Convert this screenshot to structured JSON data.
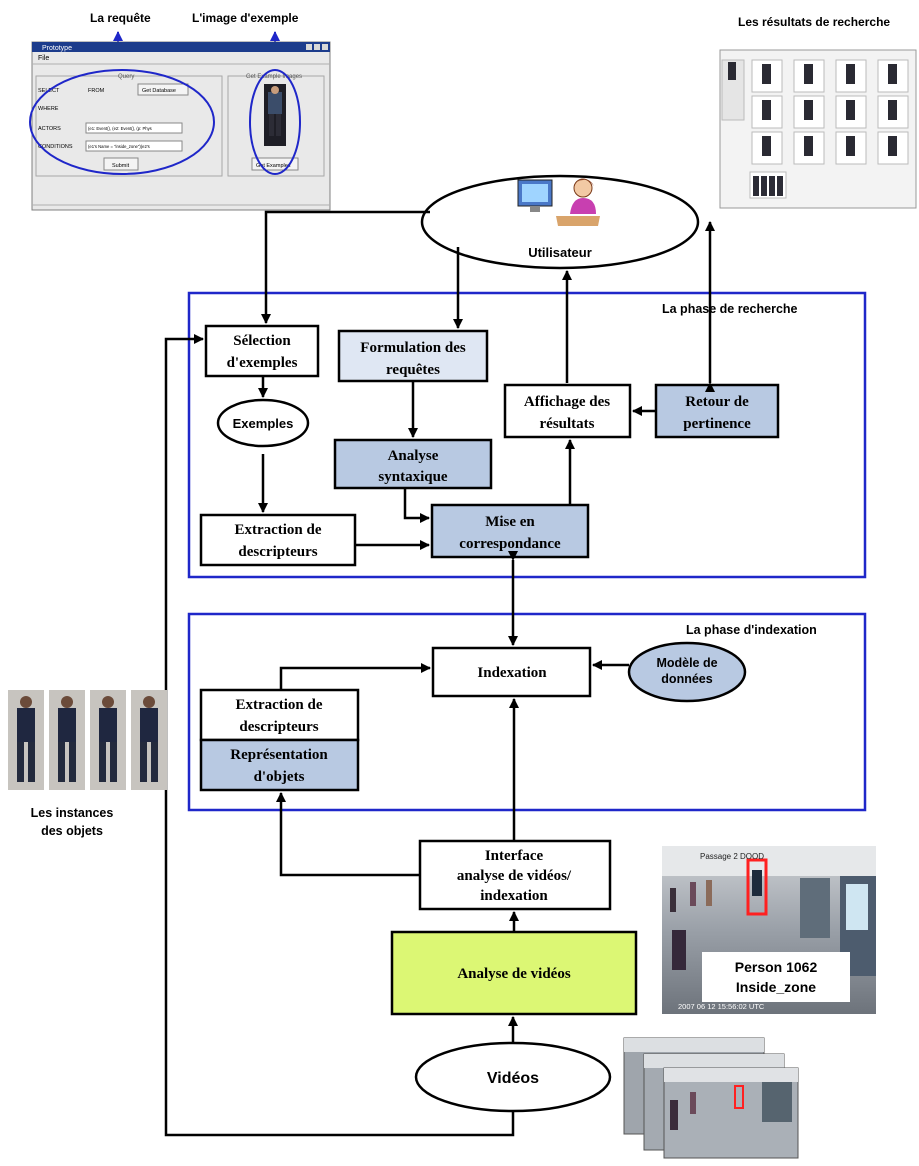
{
  "captions": {
    "query": "La requête",
    "example_image": "L'image d'exemple",
    "search_results": "Les résultats de recherche",
    "object_instances_line1": "Les instances",
    "object_instances_line2": "des objets"
  },
  "prototype_window": {
    "title": "Prototype",
    "menu_file": "File",
    "query_group": "Query",
    "examples_group": "Get Example Images",
    "select_label": "SELECT",
    "from_label": "FROM",
    "get_database_button": "Get Database",
    "where_label": "WHERE",
    "actors_label": "ACTORS",
    "actors_value": "(e1: Event(), (e2: Event(), (p: Phys",
    "conditions_label": "CONDITIONS",
    "conditions_value": "(e1's Name = \"inside_zone\")(e2's",
    "submit_button": "Submit",
    "get_examples_button": "Get Examples"
  },
  "phases": {
    "search": "La phase de recherche",
    "indexing": "La phase d'indexation"
  },
  "nodes": {
    "user": "Utilisateur",
    "selection_line1": "Sélection",
    "selection_line2": "d'exemples",
    "formulation_line1": "Formulation des",
    "formulation_line2": "requêtes",
    "exemples": "Exemples",
    "analyse_line1": "Analyse",
    "analyse_line2": "syntaxique",
    "affichage_line1": "Affichage des",
    "affichage_line2": "résultats",
    "retour_line1": "Retour de",
    "retour_line2": "pertinence",
    "extraction_search_line1": "Extraction de",
    "extraction_search_line2": "descripteurs",
    "mise_line1": "Mise en",
    "mise_line2": "correspondance",
    "indexation": "Indexation",
    "modele_line1": "Modèle de",
    "modele_line2": "données",
    "extraction_index_line1": "Extraction de",
    "extraction_index_line2": "descripteurs",
    "representation_line1": "Représentation",
    "representation_line2": "d'objets",
    "interface_line1": "Interface",
    "interface_line2": "analyse de vidéos/",
    "interface_line3": "indexation",
    "analyse_videos": "Analyse de vidéos",
    "videos": "Vidéos"
  },
  "video_frame": {
    "person_line1": "Person 1062",
    "person_line2": "Inside_zone",
    "header_text": "Passage 2 DOOD",
    "timestamp": "2007 06 12 15:56:02 UTC"
  },
  "colors": {
    "phase_border": "#1f27c9",
    "blue_box": "#b8c9e2",
    "light_blue_box": "#dfe7f3",
    "green_box": "#dcf774",
    "annotation_blue": "#1f27c9",
    "arrow": "#000000"
  }
}
